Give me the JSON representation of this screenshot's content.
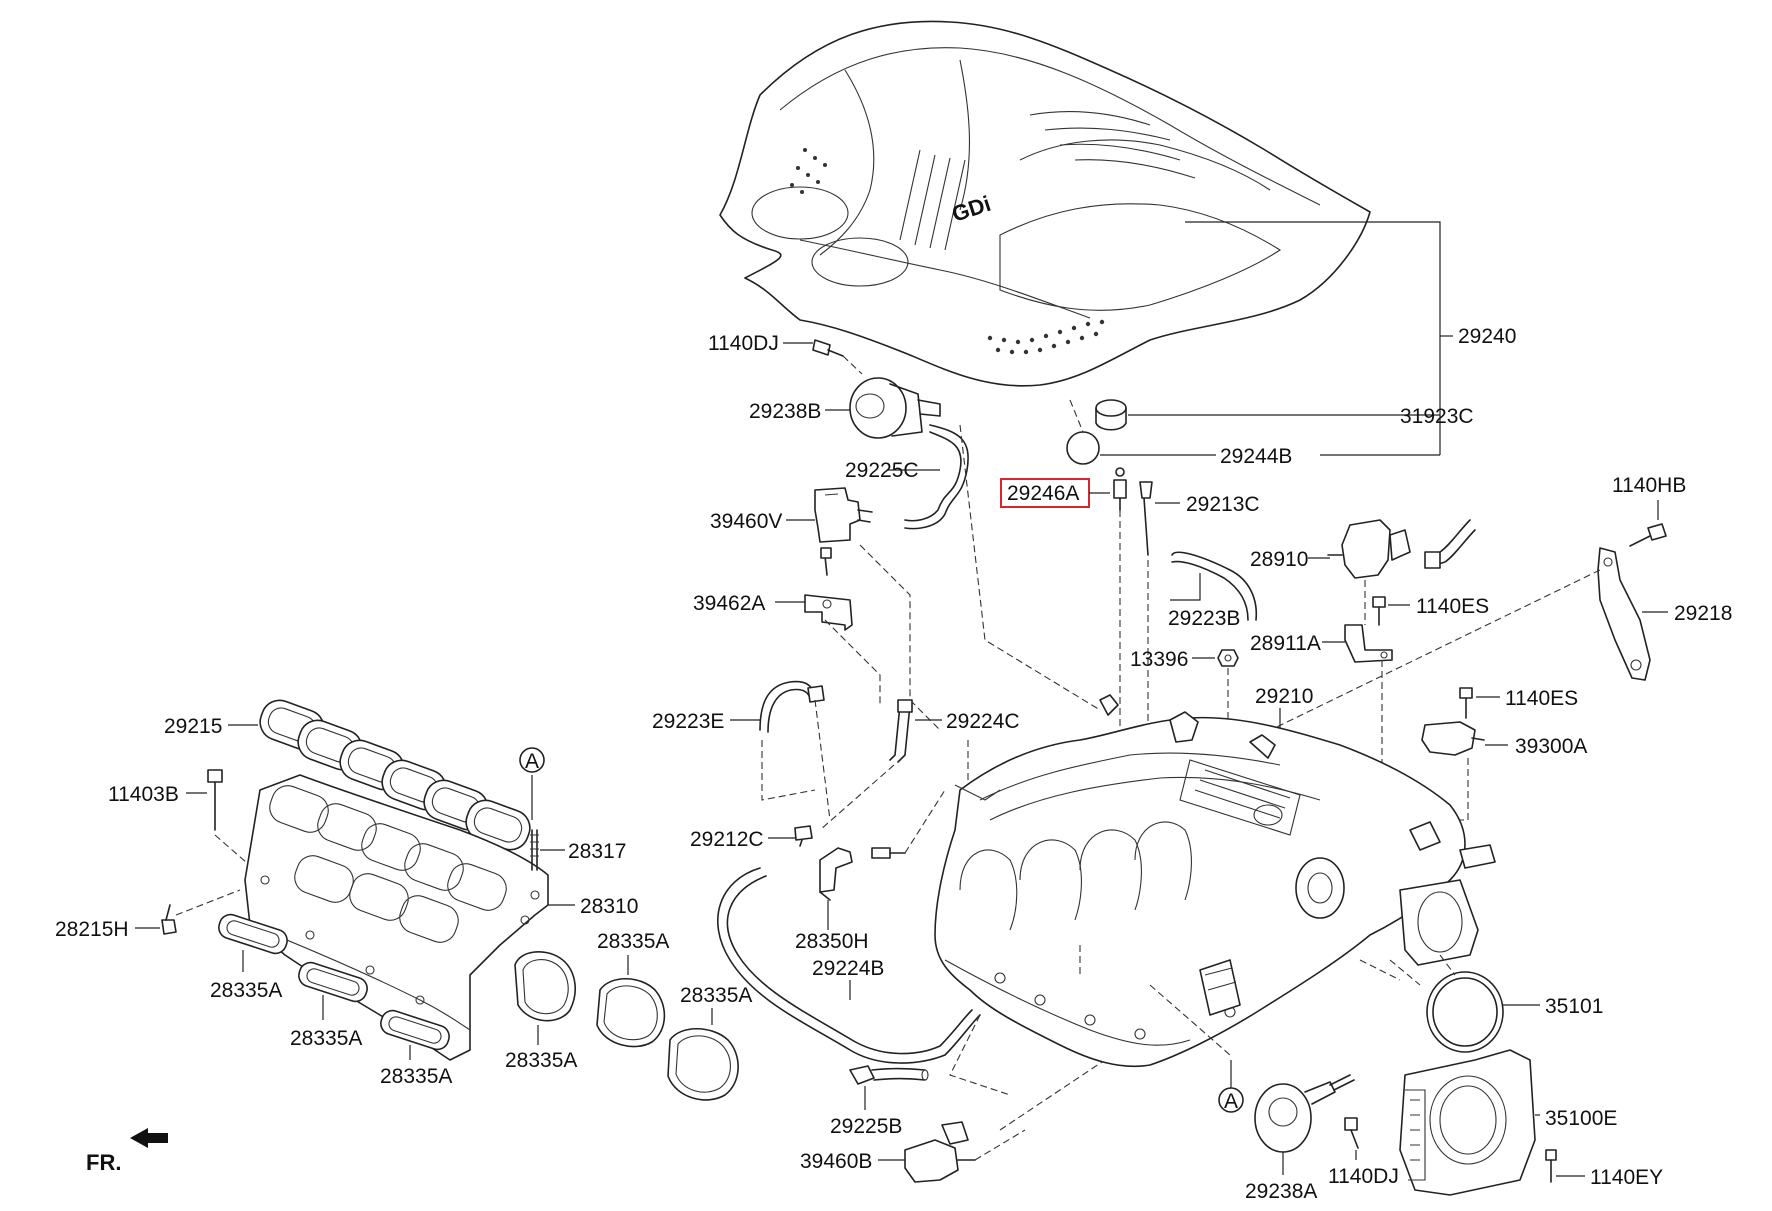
{
  "diagram": {
    "labels": {
      "p29240": "29240",
      "p1140DJ_top": "1140DJ",
      "p29238B": "29238B",
      "p31923C": "31923C",
      "p29244B": "29244B",
      "p29225C": "29225C",
      "p29246A": "29246A",
      "p29213C": "29213C",
      "p39460V": "39460V",
      "p1140HB": "1140HB",
      "p28910": "28910",
      "p39462A": "39462A",
      "p29223B": "29223B",
      "p1140ES_a": "1140ES",
      "p29218": "29218",
      "p28911A": "28911A",
      "p13396": "13396",
      "p29210": "29210",
      "p1140ES_b": "1140ES",
      "p29223E": "29223E",
      "p29224C": "29224C",
      "p39300A": "39300A",
      "p29215": "29215",
      "p11403B": "11403B",
      "p28317": "28317",
      "p29212C": "29212C",
      "p28310": "28310",
      "p28215H": "28215H",
      "p28350H": "28350H",
      "p35101": "35101",
      "p28335A_1": "28335A",
      "p28335A_2": "28335A",
      "p28335A_3": "28335A",
      "p28335A_4": "28335A",
      "p28335A_5": "28335A",
      "p28335A_6": "28335A",
      "p29224B": "29224B",
      "p35100E": "35100E",
      "p29225B": "29225B",
      "p39460B": "39460B",
      "p1140DJ_bot": "1140DJ",
      "p1140EY": "1140EY",
      "p29238A": "29238A",
      "ref_A_top": "A",
      "ref_A_bot": "A",
      "cover_text": "GDi",
      "front_indicator": "FR."
    },
    "highlighted_part": "29246A",
    "highlight_color": "#d9262e"
  }
}
